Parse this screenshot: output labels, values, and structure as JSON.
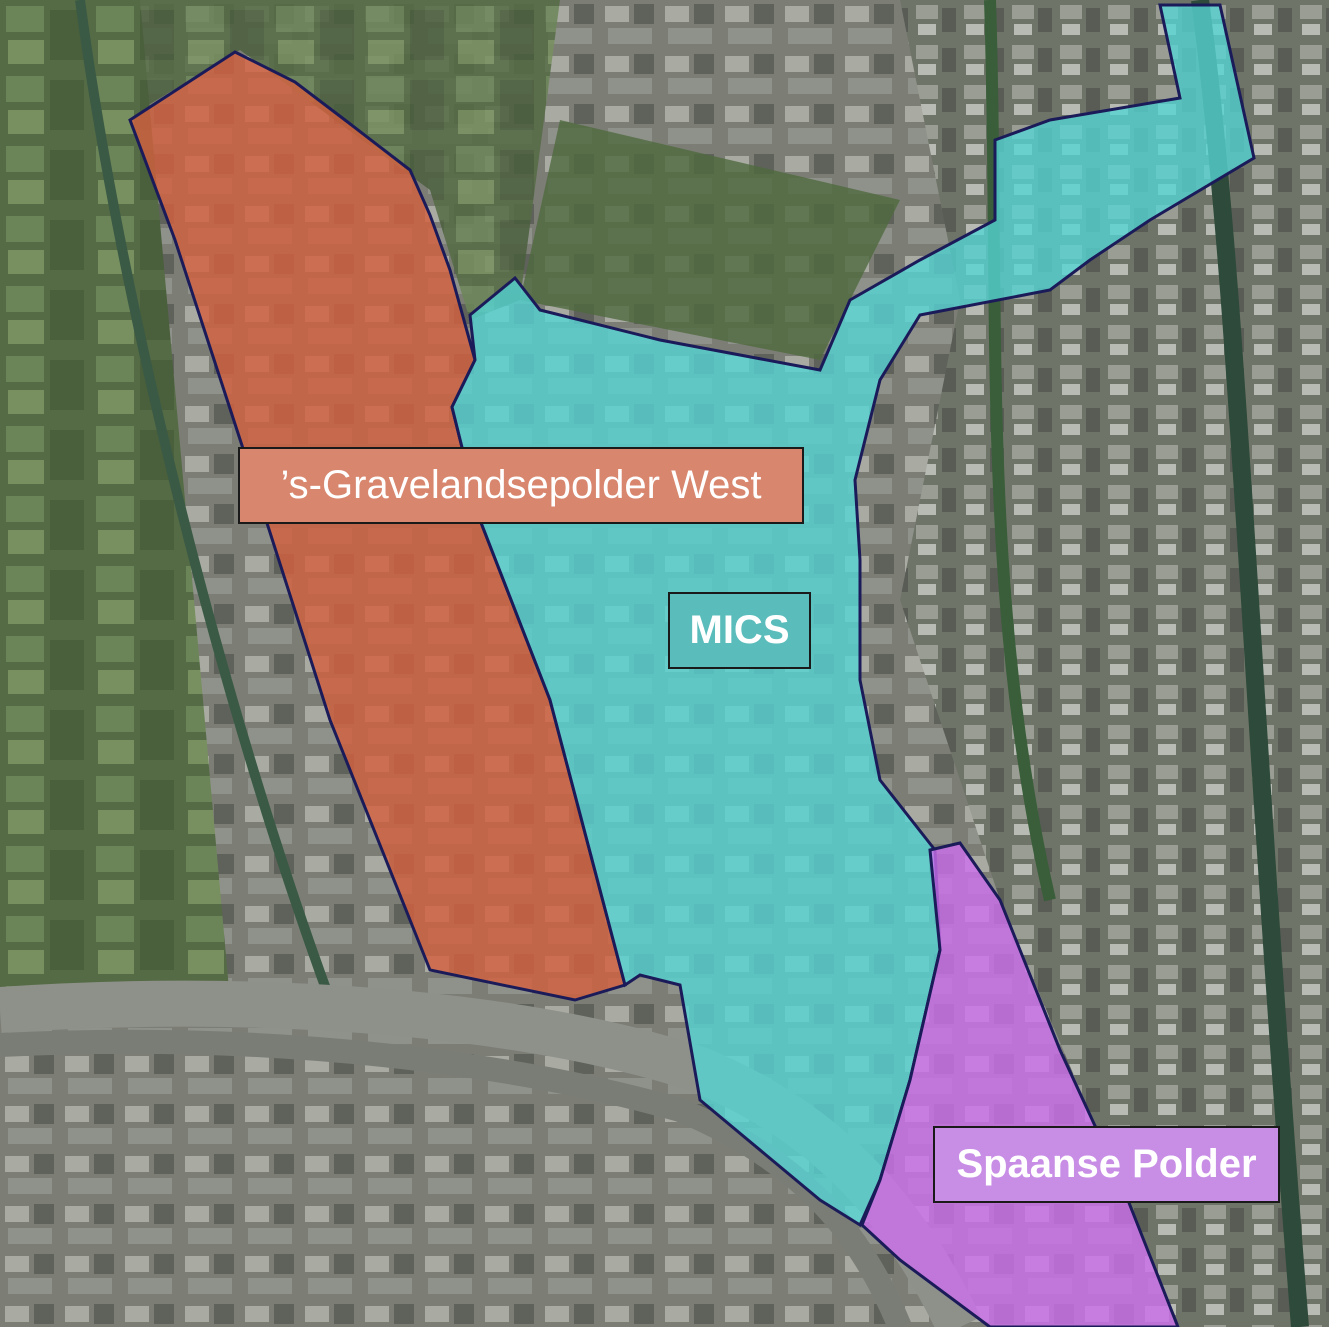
{
  "map": {
    "base_layer": "aerial-photo",
    "zones": [
      {
        "id": "gravelandsepolder-west",
        "label": "’s-Gravelandsepolder West",
        "fill_color": "#d2603f",
        "label_color": "#d8866e"
      },
      {
        "id": "mics",
        "label": "MICS",
        "fill_color": "#55d6d6",
        "label_color": "#5bbcbc"
      },
      {
        "id": "spaanse-polder",
        "label": "Spaanse Polder",
        "fill_color": "#d070f0",
        "label_color": "#c88ee6"
      }
    ],
    "outline_color": "#1b1b5a"
  }
}
